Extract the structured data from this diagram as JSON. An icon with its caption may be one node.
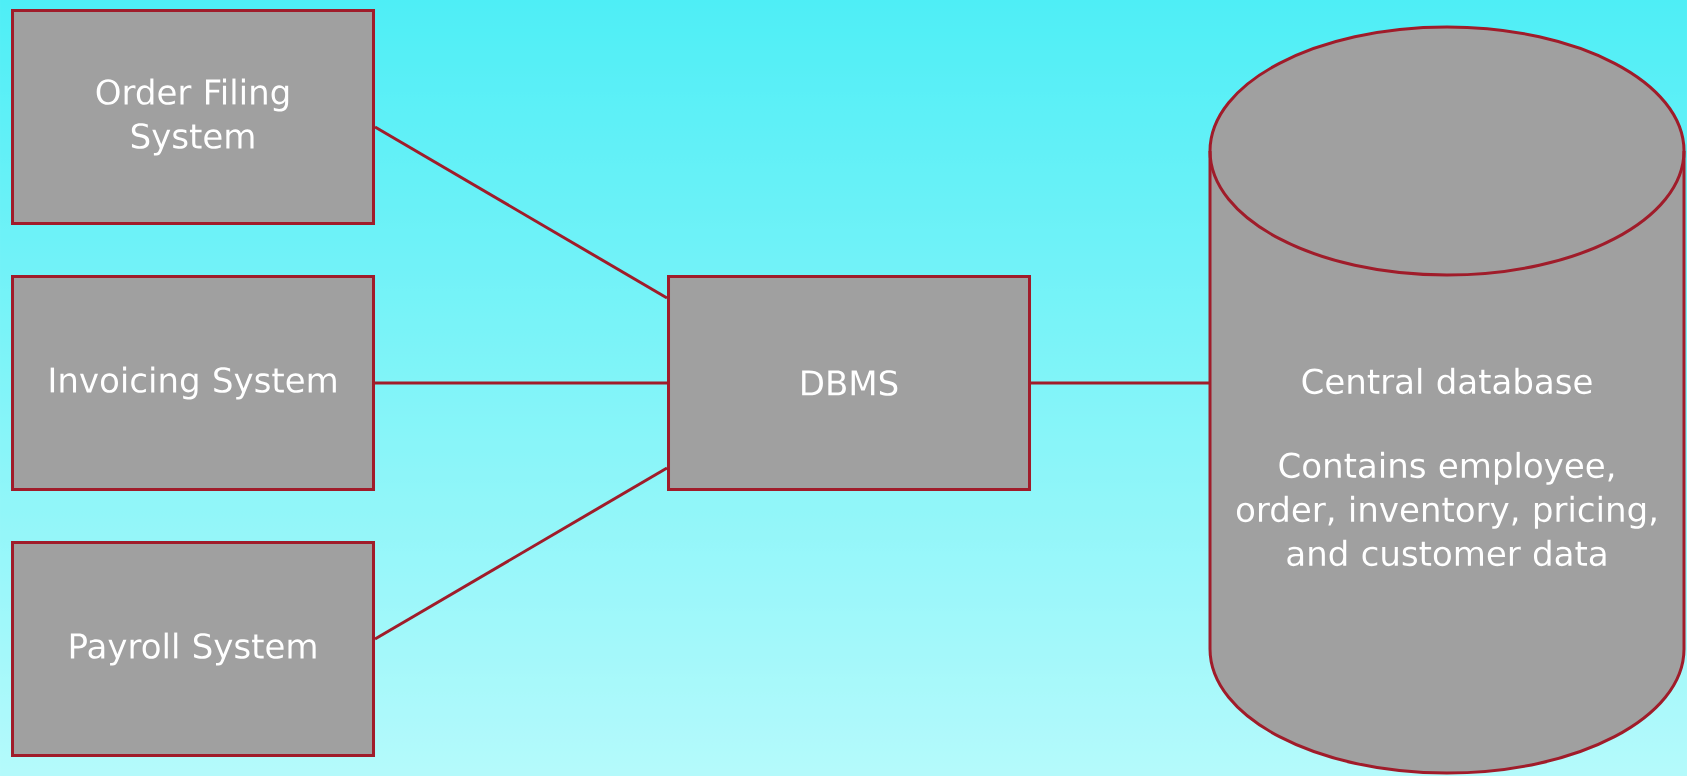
{
  "diagram": {
    "nodes": [
      {
        "text": [
          "Order Filing System"
        ]
      },
      {
        "text": [
          "Invoicing System"
        ]
      },
      {
        "text": [
          "Payroll System"
        ]
      },
      {
        "text": [
          "DBMS"
        ]
      },
      {
        "text": [
          "Central database",
          "Contains employee, order, inventory, pricing, and customer data"
        ]
      }
    ],
    "edges": [
      {
        "from": 0,
        "to": 3,
        "arrow": "none"
      },
      {
        "from": 1,
        "to": 3,
        "arrow": "none"
      },
      {
        "from": 2,
        "to": 3,
        "arrow": "none"
      },
      {
        "from": 3,
        "to": 4,
        "arrow": "none"
      }
    ]
  }
}
